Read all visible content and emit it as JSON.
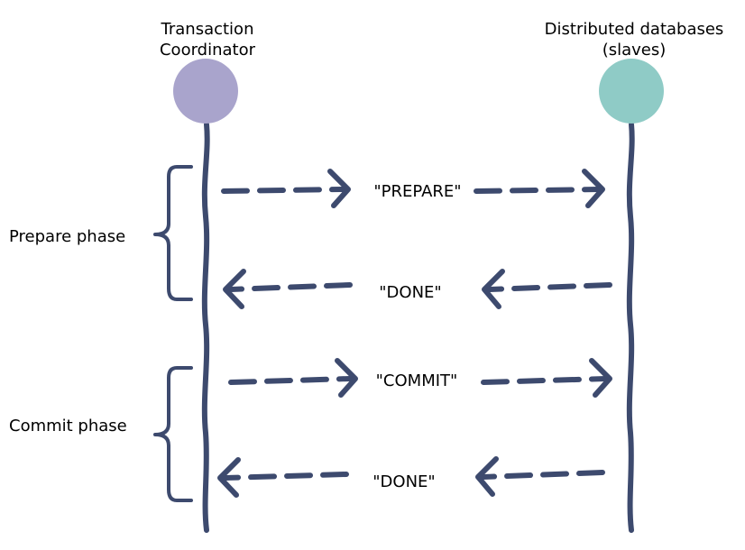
{
  "participants": {
    "coordinator": {
      "line1": "Transaction",
      "line2": "Coordinator",
      "color": "#a9a4cc"
    },
    "databases": {
      "line1": "Distributed databases",
      "line2": "(slaves)",
      "color": "#8fcbc6"
    }
  },
  "phases": {
    "prepare": "Prepare phase",
    "commit": "Commit phase"
  },
  "messages": {
    "prepare": "\"PREPARE\"",
    "prepare_done": "\"DONE\"",
    "commit": "\"COMMIT\"",
    "commit_done": "\"DONE\""
  },
  "colors": {
    "stroke": "#3d4a6e"
  }
}
